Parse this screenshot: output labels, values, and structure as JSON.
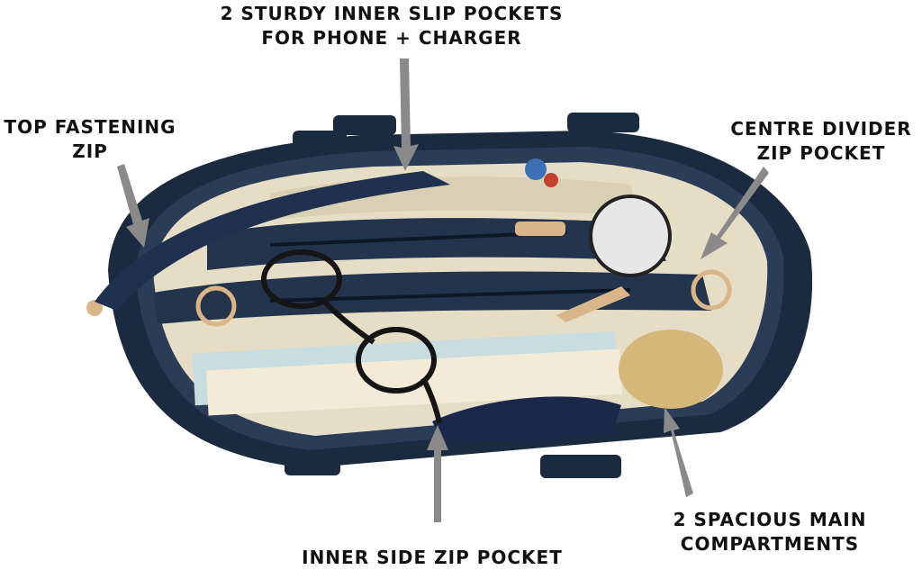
{
  "callouts": {
    "slip_pockets": {
      "line1": "2 STURDY INNER SLIP POCKETS",
      "line2": "FOR PHONE + CHARGER"
    },
    "top_zip": {
      "line1": "TOP FASTENING",
      "line2": "ZIP"
    },
    "divider_pocket": {
      "line1": "CENTRE DIVIDER",
      "line2": "ZIP POCKET"
    },
    "side_zip_pocket": {
      "line1": "INNER SIDE ZIP POCKET"
    },
    "main_compartments": {
      "line1": "2 SPACIOUS MAIN",
      "line2": "COMPARTMENTS"
    }
  },
  "colors": {
    "bag_leather": "#1c2a40",
    "bag_trim": "#2b3c57",
    "lining": "#e5ddc6",
    "hardware": "#d9b58a",
    "arrow": "#8a8a8a"
  }
}
